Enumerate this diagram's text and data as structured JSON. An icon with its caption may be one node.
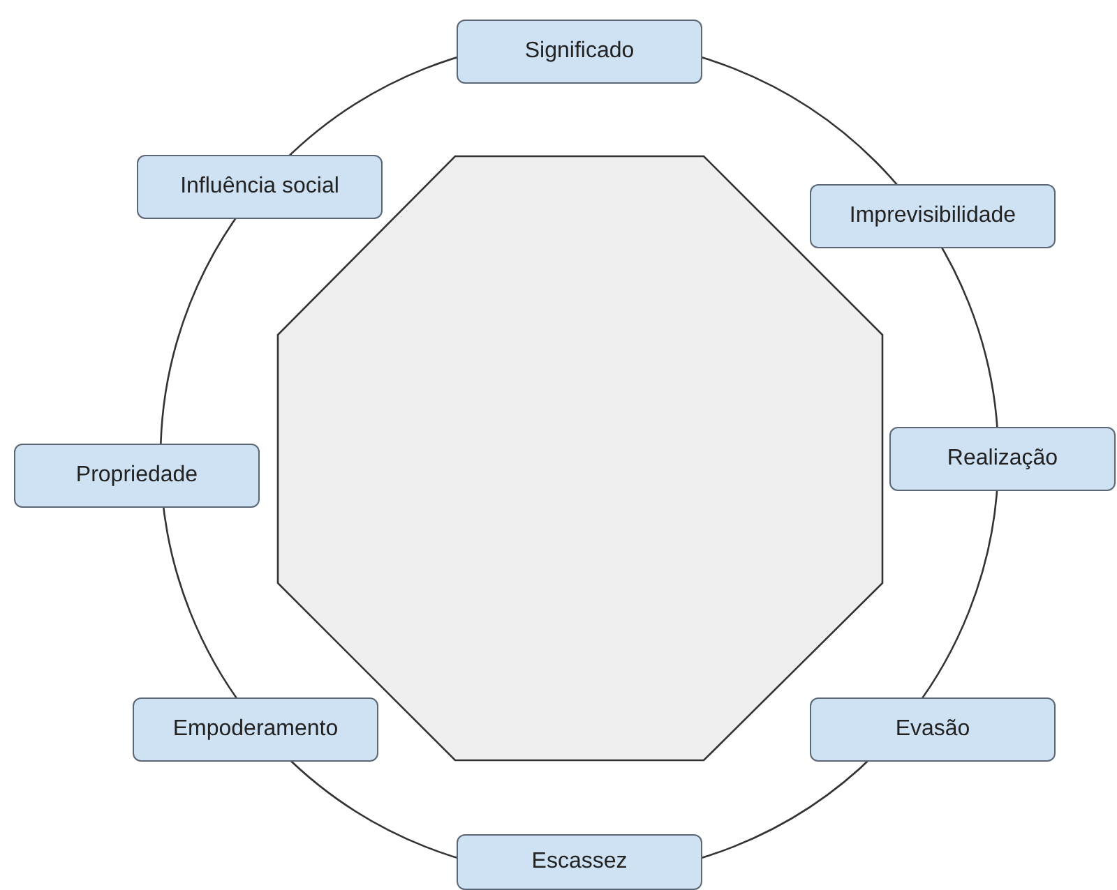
{
  "diagram": {
    "nodes": [
      {
        "text": [
          "Significado"
        ]
      },
      {
        "text": [
          "Influência social"
        ]
      },
      {
        "text": [
          "Imprevisibilidade"
        ]
      },
      {
        "text": [
          "Realização"
        ]
      },
      {
        "text": [
          "Propriedade"
        ]
      },
      {
        "text": [
          "Empoderamento"
        ]
      },
      {
        "text": [
          "Evasão"
        ]
      },
      {
        "text": [
          "Escassez"
        ]
      },
      {
        "text": [],
        "shape": "octagon"
      }
    ]
  }
}
